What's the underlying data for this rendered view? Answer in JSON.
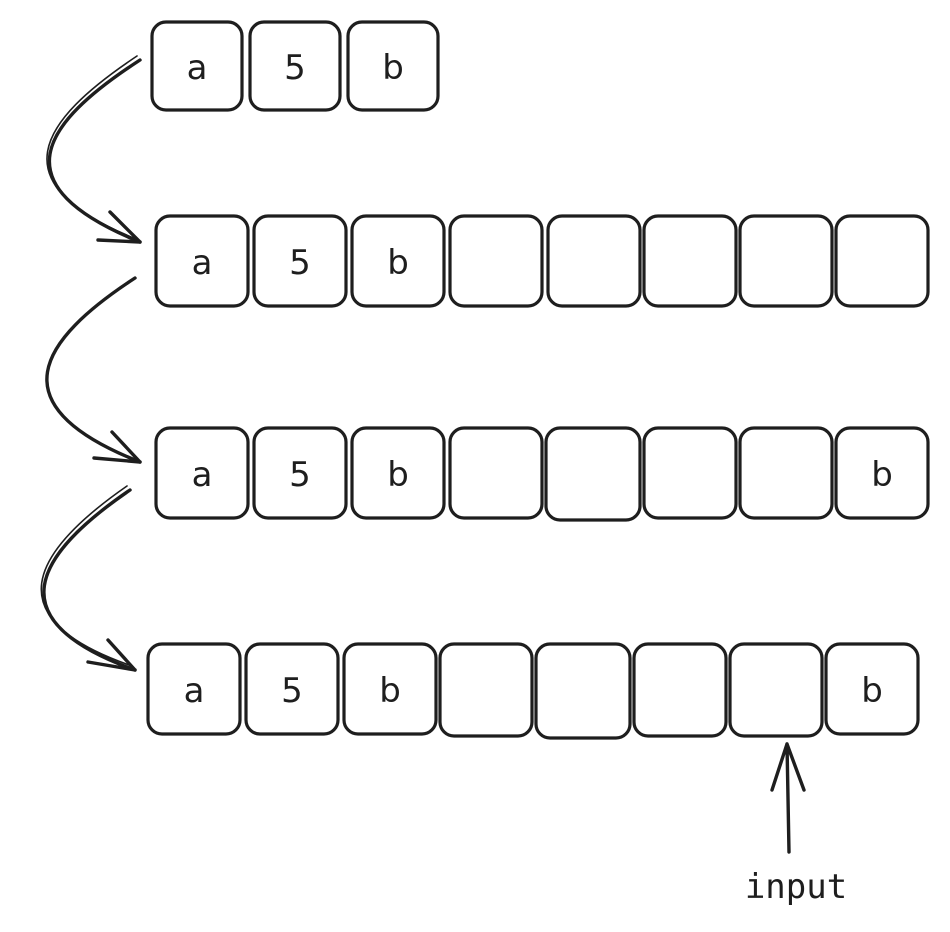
{
  "diagram": {
    "rows": [
      {
        "cells": [
          "a",
          "5",
          "b"
        ]
      },
      {
        "cells": [
          "a",
          "5",
          "b",
          "",
          "",
          "",
          "",
          ""
        ]
      },
      {
        "cells": [
          "a",
          "5",
          "b",
          "",
          "",
          "",
          "",
          "b"
        ]
      },
      {
        "cells": [
          "a",
          "5",
          "b",
          "",
          "",
          "",
          "",
          "b"
        ]
      }
    ],
    "pointer": {
      "label": "input",
      "row": 3,
      "cell": 6
    },
    "stroke_color": "#1e1e1e"
  }
}
